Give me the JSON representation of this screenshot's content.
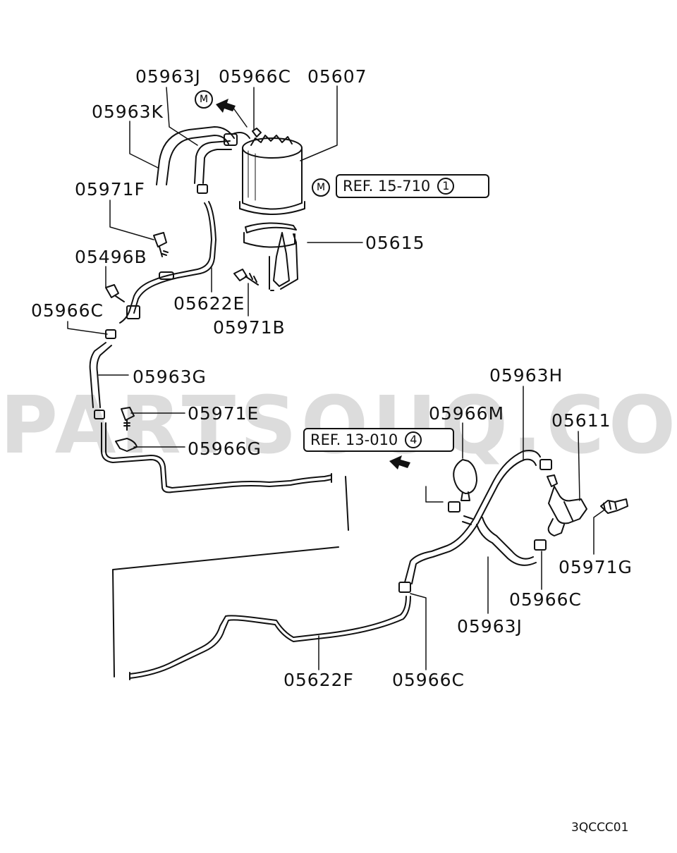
{
  "watermark": "PARTSOUQ.COM",
  "diagram_code": "3QCCC01",
  "marker_letter": "M",
  "refs": [
    {
      "text": "REF. 15-710",
      "num": "1"
    },
    {
      "text": "REF. 13-010",
      "num": "4"
    }
  ],
  "parts": [
    "05963J",
    "05966C",
    "05607",
    "05963K",
    "05971F",
    "05615",
    "05496B",
    "05622E",
    "05971B",
    "05966C",
    "05963G",
    "05971E",
    "05966G",
    "05963H",
    "05966M",
    "05611",
    "05971G",
    "05966C",
    "05963J",
    "05622F",
    "05966C"
  ]
}
